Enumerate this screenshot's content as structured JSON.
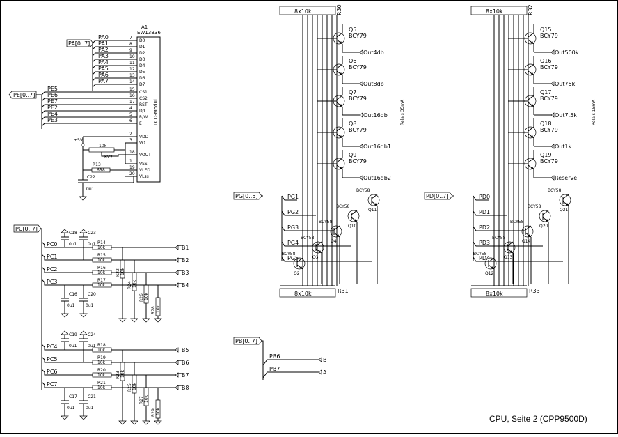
{
  "title_block": "CPU, Seite 2 (CPP9500D)",
  "buses": {
    "pa": "PA[0..7]",
    "pe": "PE[0..7]",
    "pc": "PC[0..7]",
    "pg": "PG[0..5]",
    "pd": "PD[0..7]",
    "pb": "PB[0..7]"
  },
  "lcd": {
    "ref": "A1",
    "part": "EW13B36",
    "body": "LCD-Modul",
    "pins_left": [
      {
        "net": "PA0",
        "num": "7",
        "name": "D0"
      },
      {
        "net": "PA1",
        "num": "8",
        "name": "D1"
      },
      {
        "net": "PA2",
        "num": "9",
        "name": "D2"
      },
      {
        "net": "PA3",
        "num": "10",
        "name": "D3"
      },
      {
        "net": "PA4",
        "num": "11",
        "name": "D4"
      },
      {
        "net": "PA5",
        "num": "12",
        "name": "D5"
      },
      {
        "net": "PA6",
        "num": "13",
        "name": "D6"
      },
      {
        "net": "PA7",
        "num": "14",
        "name": "D7"
      },
      {
        "net": "PE5",
        "num": "15",
        "name": "CS1"
      },
      {
        "net": "PE6",
        "num": "16",
        "name": "CS2"
      },
      {
        "net": "PE7",
        "num": "17",
        "name": "RST"
      },
      {
        "net": "PE2",
        "num": "4",
        "name": "D/I"
      },
      {
        "net": "PE4",
        "num": "5",
        "name": "R/W"
      },
      {
        "net": "PE3",
        "num": "6",
        "name": "E"
      }
    ],
    "pins_power": [
      {
        "num": "2",
        "name": "VDD"
      },
      {
        "num": "3",
        "name": "VO"
      },
      {
        "num": "18",
        "name": "VOUT"
      },
      {
        "num": "1",
        "name": "VSS"
      },
      {
        "num": "19",
        "name": "VLED"
      },
      {
        "num": "20",
        "name": "VLss"
      }
    ],
    "supply": "+5V",
    "pot": "10k",
    "pot_ref": "RV2",
    "r13": "R13",
    "r13_val": "6R8",
    "c22": "C22",
    "c22_val": "0u1"
  },
  "tb_upper": {
    "lines": [
      "PC0",
      "PC1",
      "PC2",
      "PC3"
    ],
    "res": [
      "R14",
      "R15",
      "R16",
      "R17"
    ],
    "tb": [
      "TB1",
      "TB2",
      "TB3",
      "TB4"
    ],
    "caps_top": [
      "C18",
      "C23"
    ],
    "caps_bottom": [
      "C16",
      "C20"
    ],
    "pulldowns": [
      "R22",
      "R24",
      "R26",
      "R28"
    ]
  },
  "tb_lower": {
    "lines": [
      "PC4",
      "PC5",
      "PC6",
      "PC7"
    ],
    "res": [
      "R18",
      "R19",
      "R20",
      "R21"
    ],
    "tb": [
      "TB5",
      "TB6",
      "TB7",
      "TB8"
    ],
    "caps_top": [
      "C19",
      "C24"
    ],
    "caps_bottom": [
      "C17",
      "C21"
    ],
    "pulldowns": [
      "R23",
      "R25",
      "R27",
      "R29"
    ]
  },
  "values": {
    "r": "10k",
    "c": "0u1",
    "t_out": "BCY79",
    "t_in": "BCY58",
    "pack": "8x10k"
  },
  "relay_a": {
    "label": "Relais 35mA",
    "pack_top": "R30",
    "pack_bottom": "R31",
    "transistors": [
      "Q5",
      "Q6",
      "Q7",
      "Q8",
      "Q9"
    ],
    "outputs": [
      "Out4db",
      "Out8db",
      "Out16db",
      "Out16db1",
      "Out16db2"
    ],
    "drivers": [
      "Q2",
      "Q3",
      "Q4",
      "Q10",
      "Q11"
    ],
    "inputs": [
      "PG1",
      "PG2",
      "PG3",
      "PG4",
      "PG5"
    ]
  },
  "relay_b": {
    "label": "Relais 15mA",
    "pack_top": "R32",
    "pack_bottom": "R33",
    "transistors": [
      "Q15",
      "Q16",
      "Q17",
      "Q18",
      "Q19"
    ],
    "outputs": [
      "Out500k",
      "Out75k",
      "Out7.5k",
      "Out1k",
      "Reserve"
    ],
    "drivers": [
      "Q12",
      "Q13",
      "Q14",
      "Q20",
      "Q21"
    ],
    "inputs": [
      "PD0",
      "PD1",
      "PD2",
      "PD3",
      "PD4"
    ]
  },
  "pb_block": {
    "lines": [
      "PB6",
      "PB7"
    ],
    "outs": [
      "B",
      "A"
    ]
  }
}
